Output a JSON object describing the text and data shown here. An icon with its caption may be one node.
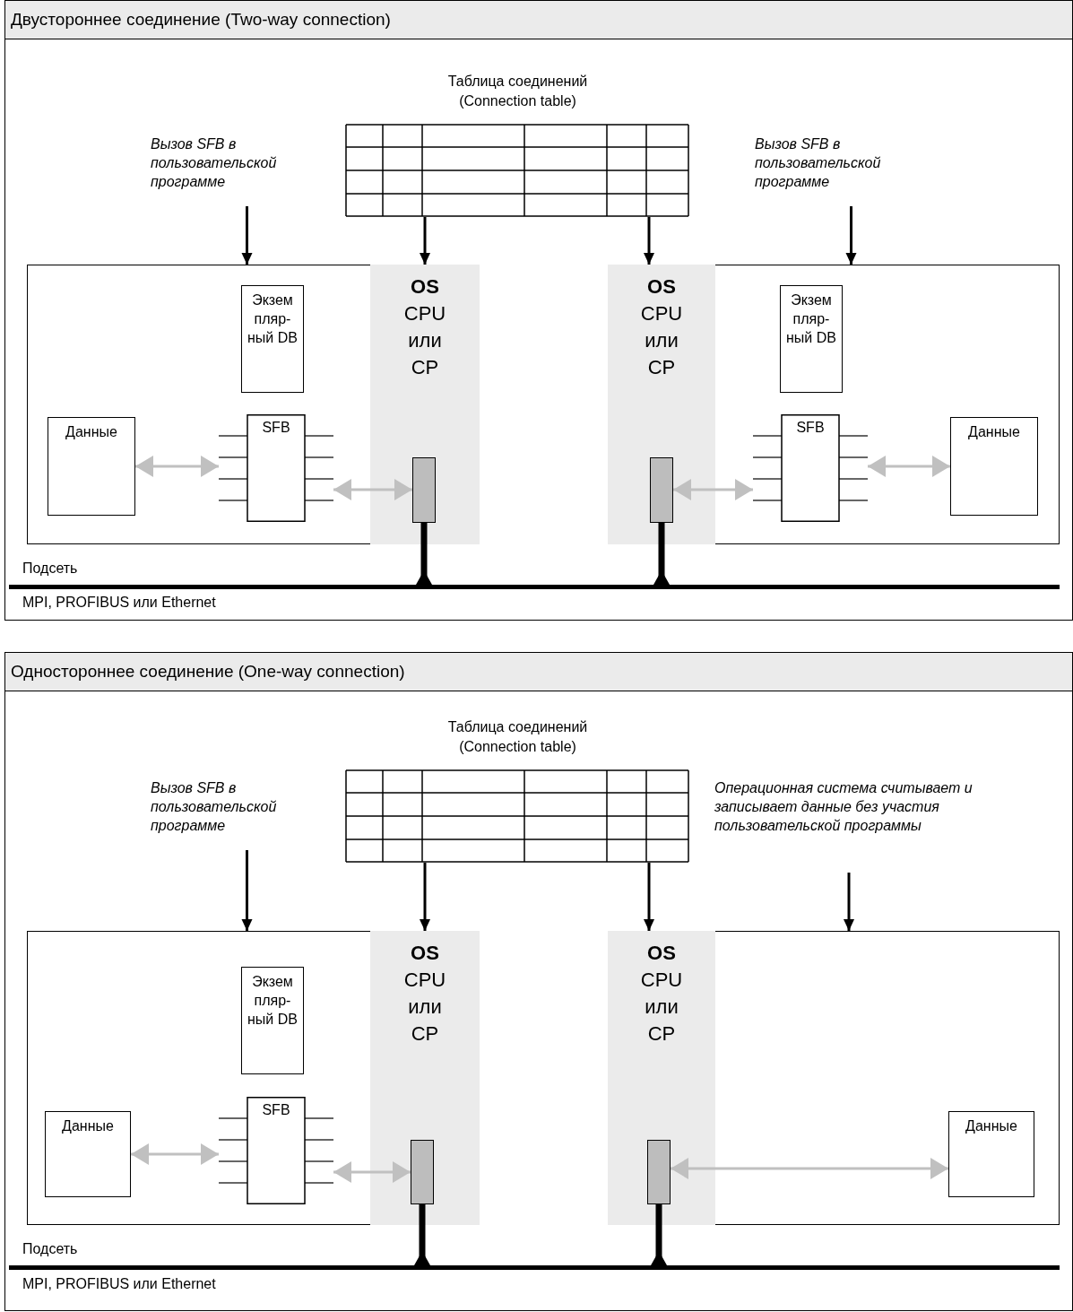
{
  "diagram": {
    "nodes": [
      {
        "text": [
          "Двустороннее соединение (Two-way connection)"
        ]
      },
      {
        "text": [
          "Таблица соединений (Connection table)"
        ],
        "in": 0
      },
      {
        "text": [
          "Вызов SFB в пользовательской программе"
        ],
        "in": 0
      },
      {
        "text": [
          "Вызов SFB в пользовательской программе"
        ],
        "in": 0
      },
      {
        "text": [],
        "shape": "box",
        "in": 0
      },
      {
        "text": [
          "OS",
          "CPU или CP"
        ],
        "in": 4
      },
      {
        "text": [
          "Экзем пляр- ный DB"
        ],
        "in": 4
      },
      {
        "text": [
          "SFB"
        ],
        "in": 4
      },
      {
        "text": [
          "Данные"
        ],
        "in": 4
      },
      {
        "text": [],
        "shape": "bar",
        "in": 5
      },
      {
        "text": [],
        "shape": "box",
        "in": 0
      },
      {
        "text": [
          "OS",
          "CPU или CP"
        ],
        "in": 10
      },
      {
        "text": [],
        "shape": "bar",
        "in": 11
      },
      {
        "text": [
          "Экзем пляр- ный DB"
        ],
        "in": 10
      },
      {
        "text": [
          "SFB"
        ],
        "in": 10
      },
      {
        "text": [
          "Данные"
        ],
        "in": 10
      },
      {
        "text": [],
        "shape": "bar",
        "in": 0,
        "beside": [
          "Подсеть",
          "MPI, PROFIBUS или Ethernet"
        ]
      },
      {
        "text": [
          "Одностороннее соединение (One-way connection)"
        ]
      },
      {
        "text": [
          "Таблица соединений (Connection table)"
        ],
        "in": 17
      },
      {
        "text": [
          "Вызов SFB в пользовательской программе"
        ],
        "in": 17
      },
      {
        "text": [
          "Операционная система считывает и записывает данные без участия пользовательской программы"
        ],
        "in": 17
      },
      {
        "text": [],
        "shape": "box",
        "in": 17
      },
      {
        "text": [
          "OS",
          "CPU или CP"
        ],
        "in": 21
      },
      {
        "text": [],
        "shape": "bar",
        "in": 22
      },
      {
        "text": [
          "Экзем пляр- ный DB"
        ],
        "in": 21
      },
      {
        "text": [
          "SFB"
        ],
        "in": 21
      },
      {
        "text": [
          "Данные"
        ],
        "in": 21
      },
      {
        "text": [],
        "shape": "box",
        "in": 17
      },
      {
        "text": [
          "OS",
          "CPU или CP"
        ],
        "in": 27
      },
      {
        "text": [],
        "shape": "bar",
        "in": 28
      },
      {
        "text": [
          "Данные"
        ],
        "in": 27
      },
      {
        "text": [],
        "shape": "bar",
        "in": 17,
        "beside": [
          "Подсеть",
          "MPI, PROFIBUS или Ethernet"
        ]
      }
    ],
    "edges": [
      {
        "from": 2,
        "to": 4,
        "arrow": "to"
      },
      {
        "from": 1,
        "to": 5,
        "arrow": "to"
      },
      {
        "from": 1,
        "to": 11,
        "arrow": "to"
      },
      {
        "from": 3,
        "to": 10,
        "arrow": "to"
      },
      {
        "from": 8,
        "to": 7,
        "arrow": "both",
        "color": "#c0c0c0"
      },
      {
        "from": 7,
        "to": 9,
        "arrow": "both",
        "color": "#c0c0c0"
      },
      {
        "from": 12,
        "to": 14,
        "arrow": "both",
        "color": "#c0c0c0"
      },
      {
        "from": 14,
        "to": 15,
        "arrow": "both",
        "color": "#c0c0c0"
      },
      {
        "from": 9,
        "to": 16,
        "arrow": "other",
        "style": "thick"
      },
      {
        "from": 12,
        "to": 16,
        "arrow": "other",
        "style": "thick"
      },
      {
        "from": 19,
        "to": 21,
        "arrow": "to"
      },
      {
        "from": 18,
        "to": 22,
        "arrow": "to"
      },
      {
        "from": 18,
        "to": 28,
        "arrow": "to"
      },
      {
        "from": 20,
        "to": 27,
        "arrow": "to"
      },
      {
        "from": 26,
        "to": 25,
        "arrow": "both",
        "color": "#c0c0c0"
      },
      {
        "from": 25,
        "to": 23,
        "arrow": "both",
        "color": "#c0c0c0"
      },
      {
        "from": 29,
        "to": 30,
        "arrow": "both",
        "color": "#c0c0c0"
      },
      {
        "from": 23,
        "to": 31,
        "arrow": "other",
        "style": "thick"
      },
      {
        "from": 29,
        "to": 31,
        "arrow": "other",
        "style": "thick"
      }
    ]
  }
}
